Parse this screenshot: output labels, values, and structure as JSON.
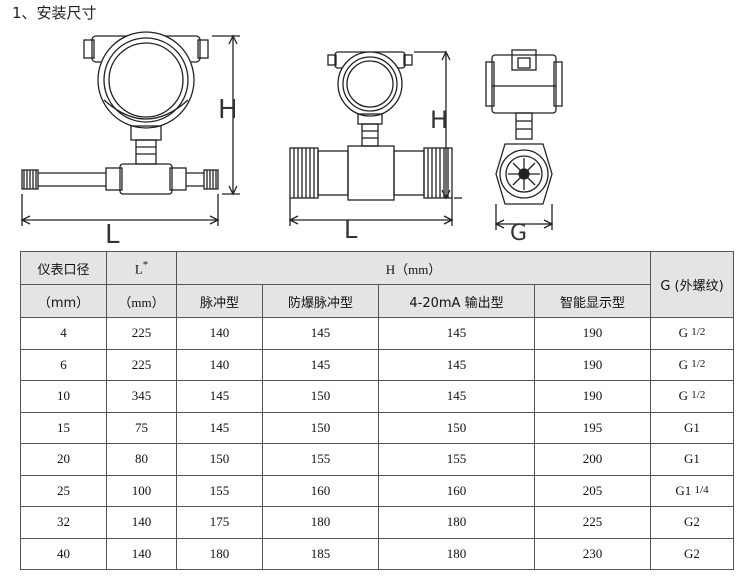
{
  "heading": "1、安装尺寸",
  "diagram_labels": {
    "h": "H",
    "l": "L",
    "g": "G"
  },
  "table": {
    "col_bore": "仪表口径",
    "col_bore_unit": "（mm）",
    "col_l": "L",
    "col_l_mark": "*",
    "col_l_unit": "（mm）",
    "col_h": "H（mm）",
    "col_g": "G (外螺纹)",
    "h_sub": [
      "脉冲型",
      "防爆脉冲型",
      "4-20mA 输出型",
      "智能显示型"
    ],
    "rows": [
      {
        "bore": "4",
        "l": "225",
        "h1": "140",
        "h2": "145",
        "h3": "145",
        "h4": "190",
        "g_main": "G",
        "g_frac": "1/2"
      },
      {
        "bore": "6",
        "l": "225",
        "h1": "140",
        "h2": "145",
        "h3": "145",
        "h4": "190",
        "g_main": "G",
        "g_frac": "1/2"
      },
      {
        "bore": "10",
        "l": "345",
        "h1": "145",
        "h2": "150",
        "h3": "145",
        "h4": "190",
        "g_main": "G",
        "g_frac": "1/2"
      },
      {
        "bore": "15",
        "l": "75",
        "h1": "145",
        "h2": "150",
        "h3": "150",
        "h4": "195",
        "g_main": "G1",
        "g_frac": ""
      },
      {
        "bore": "20",
        "l": "80",
        "h1": "150",
        "h2": "155",
        "h3": "155",
        "h4": "200",
        "g_main": "G1",
        "g_frac": ""
      },
      {
        "bore": "25",
        "l": "100",
        "h1": "155",
        "h2": "160",
        "h3": "160",
        "h4": "205",
        "g_main": "G1",
        "g_frac": "1/4"
      },
      {
        "bore": "32",
        "l": "140",
        "h1": "175",
        "h2": "180",
        "h3": "180",
        "h4": "225",
        "g_main": "G2",
        "g_frac": ""
      },
      {
        "bore": "40",
        "l": "140",
        "h1": "180",
        "h2": "185",
        "h3": "180",
        "h4": "230",
        "g_main": "G2",
        "g_frac": ""
      }
    ]
  }
}
